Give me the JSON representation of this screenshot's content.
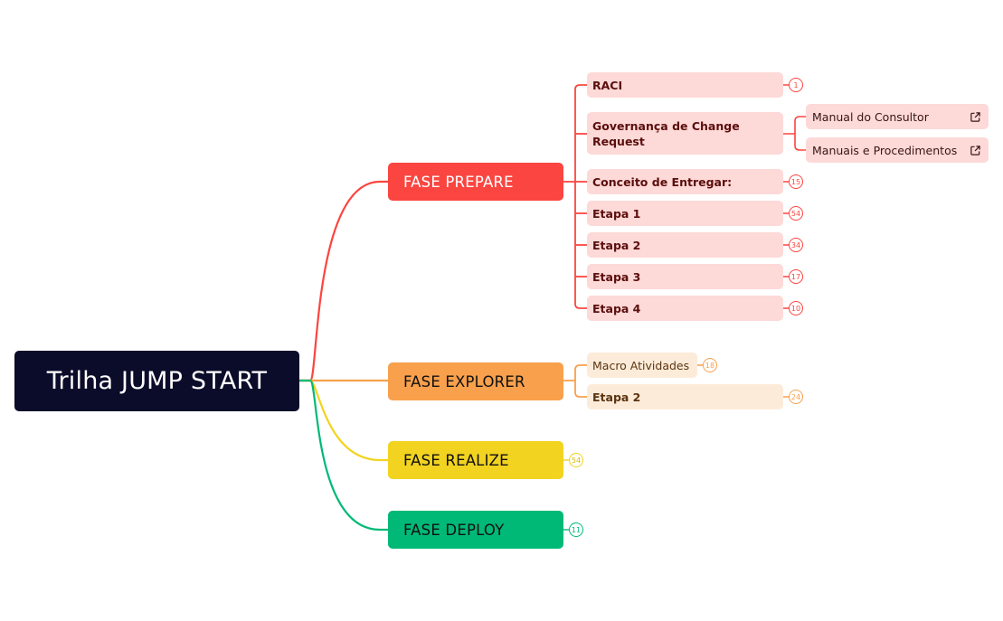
{
  "root": {
    "label": "Trilha JUMP START"
  },
  "phases": {
    "prepare": {
      "label": "FASE PREPARE",
      "color": "#fb4540",
      "items": [
        {
          "label": "RACI",
          "count": "1"
        },
        {
          "label": "Governança de Change Request",
          "children": [
            "Manual do Consultor",
            "Manuais e Procedimentos"
          ]
        },
        {
          "label": "Conceito de Entregar:",
          "count": "15"
        },
        {
          "label": "Etapa 1",
          "count": "54"
        },
        {
          "label": "Etapa 2",
          "count": "34"
        },
        {
          "label": "Etapa 3",
          "count": "17"
        },
        {
          "label": "Etapa 4",
          "count": "10"
        }
      ]
    },
    "explorer": {
      "label": "FASE EXPLORER",
      "color": "#f8a04c",
      "items": [
        {
          "label": "Macro Atividades",
          "count": "18"
        },
        {
          "label": "Etapa 2",
          "count": "24"
        }
      ]
    },
    "realize": {
      "label": "FASE REALIZE",
      "color": "#f2d320",
      "count": "54"
    },
    "deploy": {
      "label": "FASE DEPLOY",
      "color": "#00b977",
      "count": "11"
    }
  },
  "icons": {
    "external_link": "external-link-icon"
  },
  "colors": {
    "root_bg": "#0b0b2a",
    "leaf_red_bg": "#fdd9d8",
    "leaf_orange_bg": "#fdebd9"
  }
}
